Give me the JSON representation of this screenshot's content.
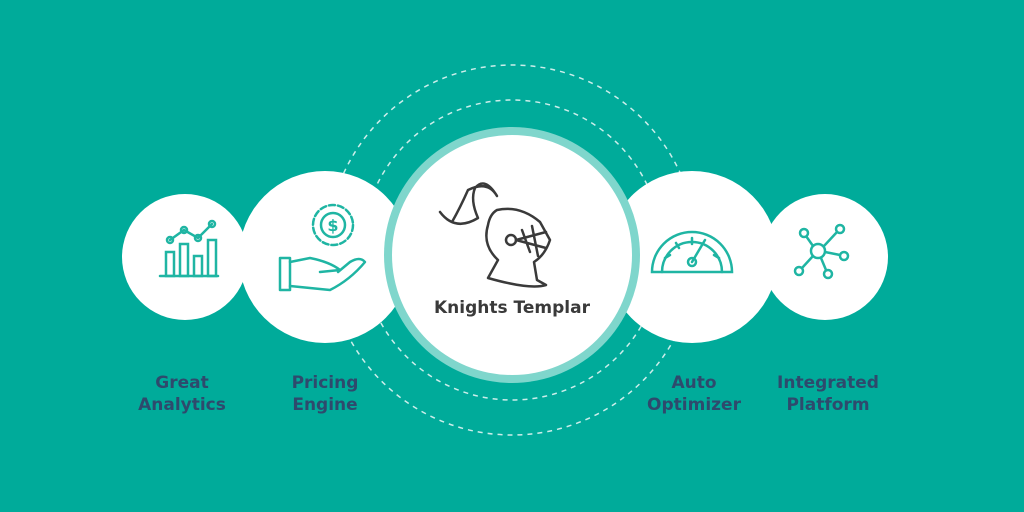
{
  "colors": {
    "background": "#00ab9a",
    "accent": "#1fb5a3",
    "label": "#2e4a6d",
    "center_text": "#3a3a3a"
  },
  "center": {
    "title": "Knights Templar",
    "icon": "knight-helmet-icon"
  },
  "features": [
    {
      "line1": "Great",
      "line2": "Analytics",
      "icon": "bar-chart-trend-icon"
    },
    {
      "line1": "Pricing",
      "line2": "Engine",
      "icon": "hand-dollar-gear-icon"
    },
    {
      "line1": "Auto",
      "line2": "Optimizer",
      "icon": "speedometer-icon"
    },
    {
      "line1": "Integrated",
      "line2": "Platform",
      "icon": "network-hub-icon"
    }
  ]
}
